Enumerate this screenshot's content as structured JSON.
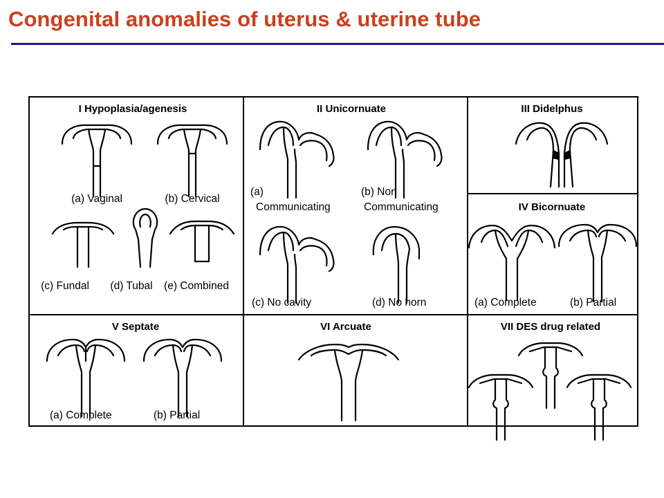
{
  "title": "Congenital anomalies of uterus & uterine tube",
  "colors": {
    "title": "#c8401e",
    "rule": "#1a1a8c",
    "line": "#000000"
  },
  "panels": {
    "p1": {
      "heading": "I   Hypoplasia/agenesis",
      "labels": {
        "a": "(a) Vaginal",
        "b": "(b) Cervical",
        "c": "(c) Fundal",
        "d": "(d) Tubal",
        "e": "(e) Combined"
      }
    },
    "p2": {
      "heading": "II   Unicornuate",
      "labels": {
        "a1": "(a)",
        "a2": "Communicating",
        "b1": "(b) Non",
        "b2": "Communicating",
        "c": "(c) No cavity",
        "d": "(d) No horn"
      }
    },
    "p3": {
      "heading": "III   Didelphus"
    },
    "p4": {
      "heading": "IV   Bicornuate",
      "labels": {
        "a": "(a) Complete",
        "b": "(b) Partial"
      }
    },
    "p5": {
      "heading": "V   Septate",
      "labels": {
        "a": "(a) Complete",
        "b": "(b) Partial"
      }
    },
    "p6": {
      "heading": "VI   Arcuate"
    },
    "p7": {
      "heading": "VII   DES drug related"
    }
  }
}
